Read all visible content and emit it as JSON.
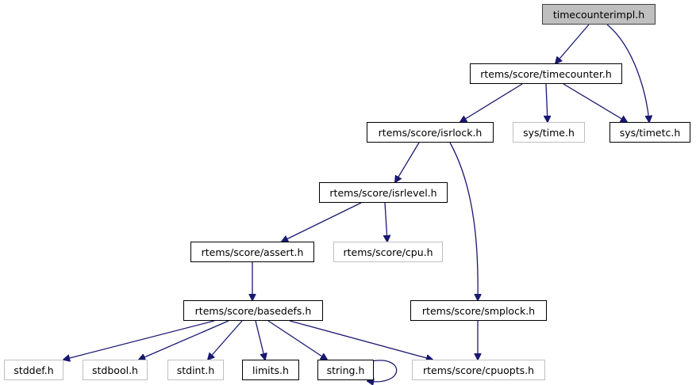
{
  "graph": {
    "title": "timecounterimpl.h include dependency graph",
    "edge_color": "#191970",
    "nodes": [
      {
        "id": "timecounterimpl",
        "label": "timecounterimpl.h",
        "kind": "root"
      },
      {
        "id": "timecounter",
        "label": "rtems/score/timecounter.h",
        "kind": "documented"
      },
      {
        "id": "isrlock",
        "label": "rtems/score/isrlock.h",
        "kind": "documented"
      },
      {
        "id": "systime",
        "label": "sys/time.h",
        "kind": "external"
      },
      {
        "id": "systimetc",
        "label": "sys/timetc.h",
        "kind": "documented"
      },
      {
        "id": "isrlevel",
        "label": "rtems/score/isrlevel.h",
        "kind": "documented"
      },
      {
        "id": "assert",
        "label": "rtems/score/assert.h",
        "kind": "documented"
      },
      {
        "id": "cpu",
        "label": "rtems/score/cpu.h",
        "kind": "external"
      },
      {
        "id": "basedefs",
        "label": "rtems/score/basedefs.h",
        "kind": "documented"
      },
      {
        "id": "smplock",
        "label": "rtems/score/smplock.h",
        "kind": "documented"
      },
      {
        "id": "stddef",
        "label": "stddef.h",
        "kind": "external"
      },
      {
        "id": "stdbool",
        "label": "stdbool.h",
        "kind": "external"
      },
      {
        "id": "stdint",
        "label": "stdint.h",
        "kind": "external"
      },
      {
        "id": "limits",
        "label": "limits.h",
        "kind": "documented"
      },
      {
        "id": "string",
        "label": "string.h",
        "kind": "documented"
      },
      {
        "id": "cpuopts",
        "label": "rtems/score/cpuopts.h",
        "kind": "external"
      }
    ],
    "edges": [
      {
        "from": "timecounterimpl",
        "to": "timecounter"
      },
      {
        "from": "timecounterimpl",
        "to": "systimetc"
      },
      {
        "from": "timecounter",
        "to": "isrlock"
      },
      {
        "from": "timecounter",
        "to": "systime"
      },
      {
        "from": "timecounter",
        "to": "systimetc"
      },
      {
        "from": "isrlock",
        "to": "isrlevel"
      },
      {
        "from": "isrlock",
        "to": "smplock"
      },
      {
        "from": "isrlevel",
        "to": "assert"
      },
      {
        "from": "isrlevel",
        "to": "cpu"
      },
      {
        "from": "assert",
        "to": "basedefs"
      },
      {
        "from": "basedefs",
        "to": "stddef"
      },
      {
        "from": "basedefs",
        "to": "stdbool"
      },
      {
        "from": "basedefs",
        "to": "stdint"
      },
      {
        "from": "basedefs",
        "to": "limits"
      },
      {
        "from": "basedefs",
        "to": "string"
      },
      {
        "from": "basedefs",
        "to": "cpuopts"
      },
      {
        "from": "string",
        "to": "string"
      },
      {
        "from": "smplock",
        "to": "cpuopts"
      }
    ]
  }
}
